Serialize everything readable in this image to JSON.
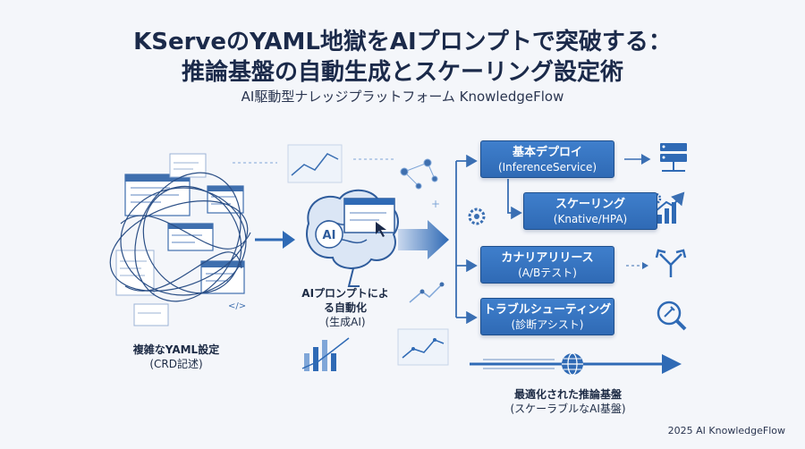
{
  "header": {
    "title_line1": "KServeのYAML地獄をAIプロンプトで突破する：",
    "title_line2": "推論基盤の自動生成とスケーリング設定術",
    "subtitle": "AI駆動型ナレッジプラットフォーム KnowledgeFlow"
  },
  "left": {
    "label_main": "複雑なYAML設定",
    "label_sub": "(CRD記述)"
  },
  "center": {
    "label_line1": "AIプロンプトによ",
    "label_line2": "る自動化",
    "label_sub": "(生成AI)",
    "brain_text": "AI"
  },
  "boxes": [
    {
      "title": "基本デプロイ",
      "sub": "(InferenceService)"
    },
    {
      "title": "スケーリング",
      "sub": "(Knative/HPA)"
    },
    {
      "title": "カナリアリリース",
      "sub": "(A/Bテスト)"
    },
    {
      "title": "トラブルシューティング",
      "sub": "(診断アシスト)"
    }
  ],
  "result": {
    "label_main": "最適化された推論基盤",
    "label_sub": "(スケーラブルなAI基盤)"
  },
  "footer": {
    "copyright": "2025 AI KnowledgeFlow"
  },
  "colors": {
    "primary": "#2f6ab5",
    "dark": "#1f4f8c",
    "light": "#7fa6d8",
    "background": "#f4f6fa"
  }
}
